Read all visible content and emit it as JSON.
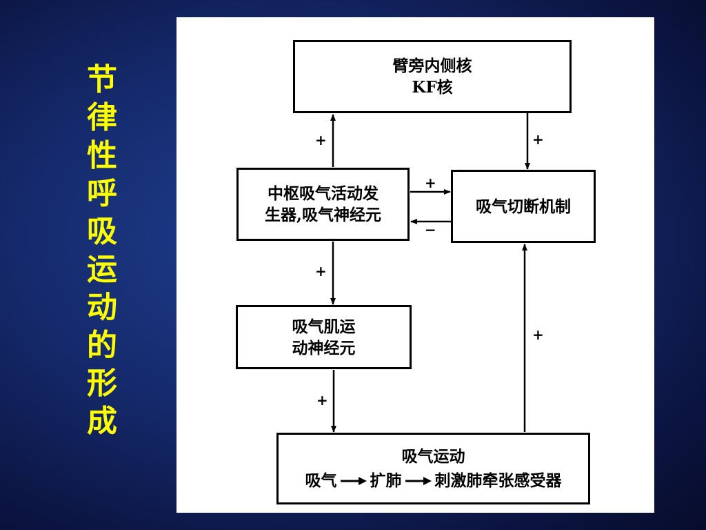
{
  "side_title": [
    "节",
    "律",
    "性",
    "呼",
    "吸",
    "运",
    "动",
    "的",
    "形",
    "成"
  ],
  "nodes": {
    "kf": {
      "line1": "臂旁内侧核",
      "line2": "KF核"
    },
    "center": {
      "line1": "中枢吸气活动发",
      "line2": "生器,吸气神经元"
    },
    "cutoff": {
      "line1": "吸气切断机制"
    },
    "motor": {
      "line1": "吸气肌运",
      "line2": "动神经元"
    },
    "movement": {
      "title": "吸气运动",
      "step1": "吸气",
      "step2": "扩肺",
      "step3": "刺激肺牵张感受器"
    }
  },
  "signs": {
    "center_to_kf": "+",
    "kf_to_cutoff": "+",
    "center_to_cutoff": "+",
    "cutoff_to_center": "−",
    "center_to_motor": "+",
    "motor_to_movement": "+",
    "movement_to_cutoff": "+"
  }
}
